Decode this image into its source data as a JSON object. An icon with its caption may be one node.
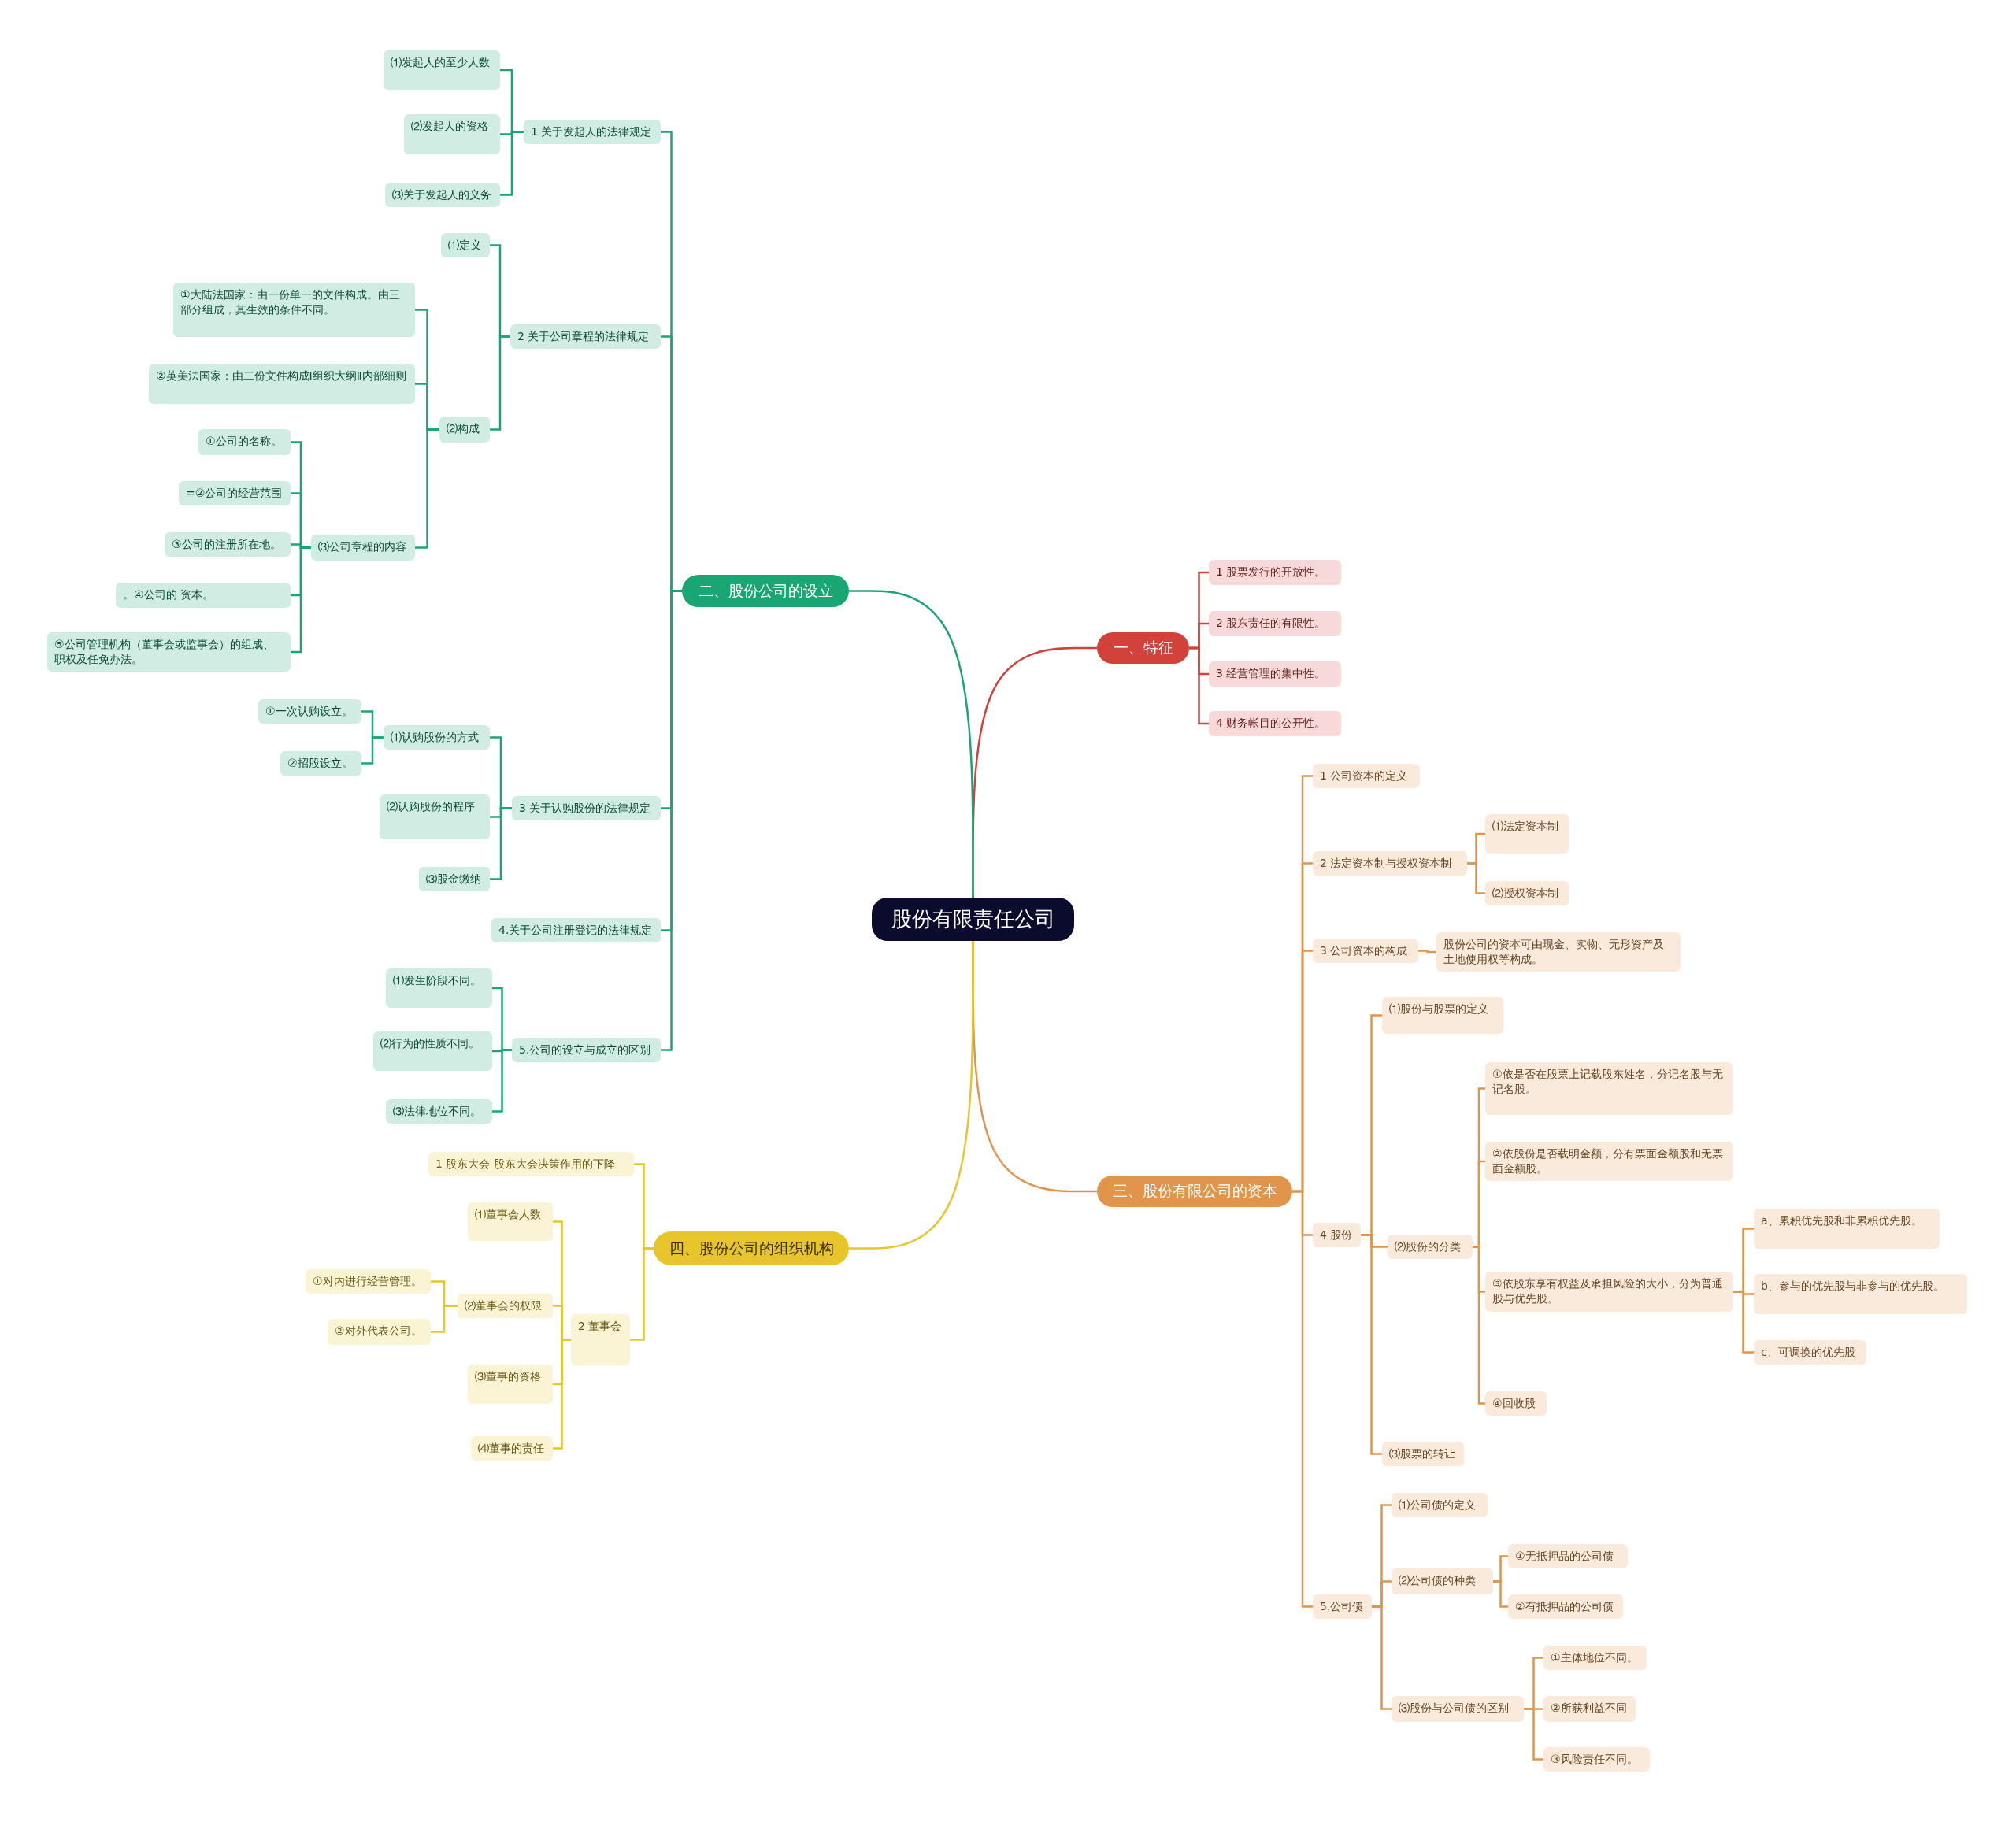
{
  "diagram": {
    "nodes": [
      {
        "text": [
          "股份有限责任公司"
        ]
      },
      {
        "text": [
          "一、特征"
        ]
      },
      {
        "text": [
          "1 股票发行的开放性。"
        ]
      },
      {
        "text": [
          "2 股东责任的有限性。"
        ]
      },
      {
        "text": [
          "3 经营管理的集中性。"
        ]
      },
      {
        "text": [
          "4 财务帐目的公开性。"
        ]
      },
      {
        "text": [
          "二、股份公司的设立"
        ]
      },
      {
        "text": [
          "1 关于发起人的法律规定"
        ]
      },
      {
        "text": [
          "⑴发起人的至少人数"
        ]
      },
      {
        "text": [
          "⑵发起人的资格"
        ]
      },
      {
        "text": [
          "⑶关于发起人的义务"
        ]
      },
      {
        "text": [
          "2 关于公司章程的法律规定"
        ]
      },
      {
        "text": [
          "⑴定义"
        ]
      },
      {
        "text": [
          "⑵构成"
        ]
      },
      {
        "text": [
          "①大陆法国家：由一份单一的文件构成。由三部分组成，其生效的条件不同。"
        ]
      },
      {
        "text": [
          "②英美法国家：由二份文件构成Ⅰ组织大纲Ⅱ内部细则"
        ]
      },
      {
        "text": [
          "⑶公司章程的内容"
        ]
      },
      {
        "text": [
          "①公司的名称。"
        ]
      },
      {
        "text": [
          "=②公司的经营范围"
        ]
      },
      {
        "text": [
          "③公司的注册所在地。"
        ]
      },
      {
        "text": [
          "。④公司的 资本。"
        ]
      },
      {
        "text": [
          "⑤公司管理机构（董事会或监事会）的组成、职权及任免办法。"
        ]
      },
      {
        "text": [
          "3 关于认购股份的法律规定"
        ]
      },
      {
        "text": [
          "⑴认购股份的方式"
        ]
      },
      {
        "text": [
          "①一次认购设立。"
        ]
      },
      {
        "text": [
          "②招股设立。"
        ]
      },
      {
        "text": [
          "⑵认购股份的程序"
        ]
      },
      {
        "text": [
          "⑶股金缴纳"
        ]
      },
      {
        "text": [
          "4.关于公司注册登记的法律规定"
        ]
      },
      {
        "text": [
          "5.公司的设立与成立的区别"
        ]
      },
      {
        "text": [
          "⑴发生阶段不同。"
        ]
      },
      {
        "text": [
          "⑵行为的性质不同。"
        ]
      },
      {
        "text": [
          "⑶法律地位不同。"
        ]
      },
      {
        "text": [
          "三、股份有限公司的资本"
        ]
      },
      {
        "text": [
          "1 公司资本的定义"
        ]
      },
      {
        "text": [
          "2 法定资本制与授权资本制"
        ]
      },
      {
        "text": [
          "⑴法定资本制"
        ]
      },
      {
        "text": [
          "⑵授权资本制"
        ]
      },
      {
        "text": [
          "3 公司资本的构成"
        ]
      },
      {
        "text": [
          "股份公司的资本可由现金、实物、无形资产及土地使用权等构成。"
        ]
      },
      {
        "text": [
          "4 股份"
        ]
      },
      {
        "text": [
          "⑴股份与股票的定义"
        ]
      },
      {
        "text": [
          "⑵股份的分类"
        ]
      },
      {
        "text": [
          "①依是否在股票上记载股东姓名，分记名股与无记名股。"
        ]
      },
      {
        "text": [
          "②依股份是否载明金额，分有票面金额股和无票面金额股。"
        ]
      },
      {
        "text": [
          "③依股东享有权益及承担风险的大小，分为普通股与优先股。"
        ]
      },
      {
        "text": [
          "a、累积优先股和非累积优先股。"
        ]
      },
      {
        "text": [
          "b、参与的优先股与非参与的优先股。"
        ]
      },
      {
        "text": [
          "c、可调换的优先股"
        ]
      },
      {
        "text": [
          "④回收股"
        ]
      },
      {
        "text": [
          "⑶股票的转让"
        ]
      },
      {
        "text": [
          "5.公司债"
        ]
      },
      {
        "text": [
          "⑴公司债的定义"
        ]
      },
      {
        "text": [
          "⑵公司债的种类"
        ]
      },
      {
        "text": [
          "①无抵押品的公司债"
        ]
      },
      {
        "text": [
          "②有抵押品的公司债"
        ]
      },
      {
        "text": [
          "⑶股份与公司债的区别"
        ]
      },
      {
        "text": [
          "①主体地位不同。"
        ]
      },
      {
        "text": [
          "②所获利益不同"
        ]
      },
      {
        "text": [
          "③风险责任不同。"
        ]
      },
      {
        "text": [
          "四、股份公司的组织机构"
        ]
      },
      {
        "text": [
          "1 股东大会 股东大会决策作用的下降"
        ]
      },
      {
        "text": [
          "2 董事会"
        ]
      },
      {
        "text": [
          "⑴董事会人数"
        ]
      },
      {
        "text": [
          "⑵董事会的权限"
        ]
      },
      {
        "text": [
          "①对内进行经营管理。"
        ]
      },
      {
        "text": [
          "②对外代表公司。"
        ]
      },
      {
        "text": [
          "⑶董事的资格"
        ]
      },
      {
        "text": [
          "⑷董事的责任"
        ]
      }
    ],
    "edges": [
      {
        "from": 0,
        "to": 1,
        "arrow": "none",
        "color": "#d2413a"
      },
      {
        "from": 1,
        "to": 2,
        "arrow": "none",
        "color": "#d2413a"
      },
      {
        "from": 1,
        "to": 3,
        "arrow": "none",
        "color": "#d2413a"
      },
      {
        "from": 1,
        "to": 4,
        "arrow": "none",
        "color": "#d2413a"
      },
      {
        "from": 1,
        "to": 5,
        "arrow": "none",
        "color": "#d2413a"
      },
      {
        "from": 0,
        "to": 6,
        "arrow": "none",
        "color": "#1aa673"
      },
      {
        "from": 6,
        "to": 7,
        "arrow": "none",
        "color": "#1aa673"
      },
      {
        "from": 6,
        "to": 11,
        "arrow": "none",
        "color": "#1aa673"
      },
      {
        "from": 6,
        "to": 22,
        "arrow": "none",
        "color": "#1aa673"
      },
      {
        "from": 6,
        "to": 28,
        "arrow": "none",
        "color": "#1aa673"
      },
      {
        "from": 6,
        "to": 29,
        "arrow": "none",
        "color": "#1aa673"
      },
      {
        "from": 7,
        "to": 8,
        "arrow": "none",
        "color": "#1aa673"
      },
      {
        "from": 7,
        "to": 9,
        "arrow": "none",
        "color": "#1aa673"
      },
      {
        "from": 7,
        "to": 10,
        "arrow": "none",
        "color": "#1aa673"
      },
      {
        "from": 11,
        "to": 12,
        "arrow": "none",
        "color": "#1aa673"
      },
      {
        "from": 11,
        "to": 13,
        "arrow": "none",
        "color": "#1aa673"
      },
      {
        "from": 13,
        "to": 14,
        "arrow": "none",
        "color": "#1aa673"
      },
      {
        "from": 13,
        "to": 15,
        "arrow": "none",
        "color": "#1aa673"
      },
      {
        "from": 13,
        "to": 16,
        "arrow": "none",
        "color": "#1aa673"
      },
      {
        "from": 16,
        "to": 17,
        "arrow": "none",
        "color": "#1aa673"
      },
      {
        "from": 16,
        "to": 18,
        "arrow": "none",
        "color": "#1aa673"
      },
      {
        "from": 16,
        "to": 19,
        "arrow": "none",
        "color": "#1aa673"
      },
      {
        "from": 16,
        "to": 20,
        "arrow": "none",
        "color": "#1aa673"
      },
      {
        "from": 16,
        "to": 21,
        "arrow": "none",
        "color": "#1aa673"
      },
      {
        "from": 22,
        "to": 23,
        "arrow": "none",
        "color": "#1aa673"
      },
      {
        "from": 22,
        "to": 26,
        "arrow": "none",
        "color": "#1aa673"
      },
      {
        "from": 22,
        "to": 27,
        "arrow": "none",
        "color": "#1aa673"
      },
      {
        "from": 23,
        "to": 24,
        "arrow": "none",
        "color": "#1aa673"
      },
      {
        "from": 23,
        "to": 25,
        "arrow": "none",
        "color": "#1aa673"
      },
      {
        "from": 29,
        "to": 30,
        "arrow": "none",
        "color": "#1aa673"
      },
      {
        "from": 29,
        "to": 31,
        "arrow": "none",
        "color": "#1aa673"
      },
      {
        "from": 29,
        "to": 32,
        "arrow": "none",
        "color": "#1aa673"
      },
      {
        "from": 0,
        "to": 33,
        "arrow": "none",
        "color": "#e0954a"
      },
      {
        "from": 33,
        "to": 34,
        "arrow": "none",
        "color": "#e0954a"
      },
      {
        "from": 33,
        "to": 35,
        "arrow": "none",
        "color": "#e0954a"
      },
      {
        "from": 33,
        "to": 38,
        "arrow": "none",
        "color": "#e0954a"
      },
      {
        "from": 33,
        "to": 40,
        "arrow": "none",
        "color": "#e0954a"
      },
      {
        "from": 33,
        "to": 51,
        "arrow": "none",
        "color": "#e0954a"
      },
      {
        "from": 35,
        "to": 36,
        "arrow": "none",
        "color": "#e0954a"
      },
      {
        "from": 35,
        "to": 37,
        "arrow": "none",
        "color": "#e0954a"
      },
      {
        "from": 38,
        "to": 39,
        "arrow": "none",
        "color": "#e0954a"
      },
      {
        "from": 40,
        "to": 41,
        "arrow": "none",
        "color": "#e0954a"
      },
      {
        "from": 40,
        "to": 42,
        "arrow": "none",
        "color": "#e0954a"
      },
      {
        "from": 40,
        "to": 50,
        "arrow": "none",
        "color": "#e0954a"
      },
      {
        "from": 42,
        "to": 43,
        "arrow": "none",
        "color": "#e0954a"
      },
      {
        "from": 42,
        "to": 44,
        "arrow": "none",
        "color": "#e0954a"
      },
      {
        "from": 42,
        "to": 45,
        "arrow": "none",
        "color": "#e0954a"
      },
      {
        "from": 42,
        "to": 49,
        "arrow": "none",
        "color": "#e0954a"
      },
      {
        "from": 45,
        "to": 46,
        "arrow": "none",
        "color": "#e0954a"
      },
      {
        "from": 45,
        "to": 47,
        "arrow": "none",
        "color": "#e0954a"
      },
      {
        "from": 45,
        "to": 48,
        "arrow": "none",
        "color": "#e0954a"
      },
      {
        "from": 51,
        "to": 52,
        "arrow": "none",
        "color": "#e0954a"
      },
      {
        "from": 51,
        "to": 53,
        "arrow": "none",
        "color": "#e0954a"
      },
      {
        "from": 51,
        "to": 56,
        "arrow": "none",
        "color": "#e0954a"
      },
      {
        "from": 53,
        "to": 54,
        "arrow": "none",
        "color": "#e0954a"
      },
      {
        "from": 53,
        "to": 55,
        "arrow": "none",
        "color": "#e0954a"
      },
      {
        "from": 56,
        "to": 57,
        "arrow": "none",
        "color": "#e0954a"
      },
      {
        "from": 56,
        "to": 58,
        "arrow": "none",
        "color": "#e0954a"
      },
      {
        "from": 56,
        "to": 59,
        "arrow": "none",
        "color": "#e0954a"
      },
      {
        "from": 0,
        "to": 60,
        "arrow": "none",
        "color": "#e8c52a"
      },
      {
        "from": 60,
        "to": 61,
        "arrow": "none",
        "color": "#e8c52a"
      },
      {
        "from": 60,
        "to": 62,
        "arrow": "none",
        "color": "#e8c52a"
      },
      {
        "from": 62,
        "to": 63,
        "arrow": "none",
        "color": "#e8c52a"
      },
      {
        "from": 62,
        "to": 64,
        "arrow": "none",
        "color": "#e8c52a"
      },
      {
        "from": 62,
        "to": 67,
        "arrow": "none",
        "color": "#e8c52a"
      },
      {
        "from": 62,
        "to": 68,
        "arrow": "none",
        "color": "#e8c52a"
      },
      {
        "from": 64,
        "to": 65,
        "arrow": "none",
        "color": "#e8c52a"
      },
      {
        "from": 64,
        "to": 66,
        "arrow": "none",
        "color": "#e8c52a"
      }
    ]
  }
}
